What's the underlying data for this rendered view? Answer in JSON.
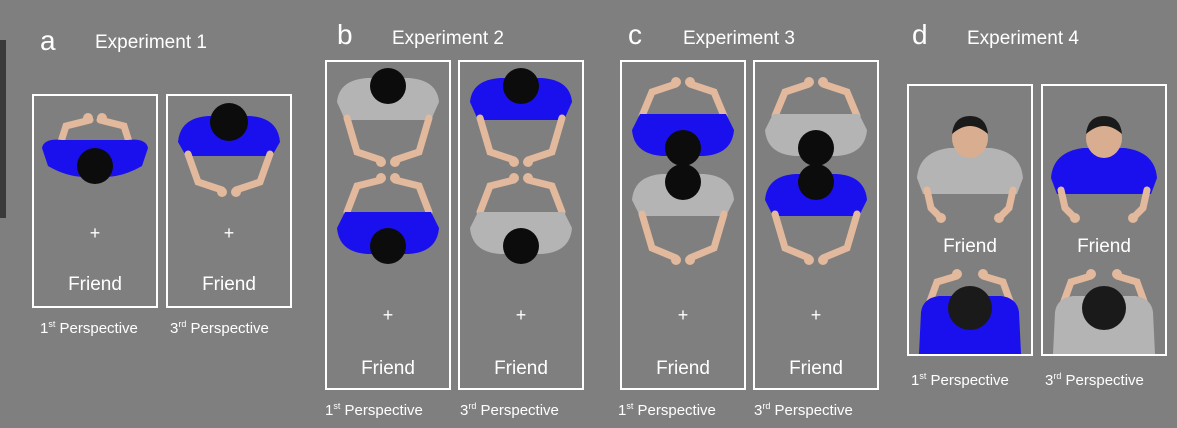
{
  "panels": [
    {
      "letter": "a",
      "title": "Experiment 1",
      "frame1_word": "Friend",
      "frame2_word": "Friend",
      "fixation": "+",
      "caption_first_num": "1",
      "caption_first_sup": "st",
      "caption_first_text": " Perspective ",
      "caption_third_num": "3",
      "caption_third_sup": "rd",
      "caption_third_text": "  Perspective"
    },
    {
      "letter": "b",
      "title": "Experiment 2",
      "frame1_word": "Friend",
      "frame2_word": "Friend",
      "fixation": "+",
      "caption_first_num": "1",
      "caption_first_sup": "st",
      "caption_first_text": " Perspective ",
      "caption_third_num": "3",
      "caption_third_sup": "rd",
      "caption_third_text": "  Perspective"
    },
    {
      "letter": "c",
      "title": "Experiment 3",
      "frame1_word": "Friend",
      "frame2_word": "Friend",
      "fixation": "+",
      "caption_first_num": "1",
      "caption_first_sup": "st",
      "caption_first_text": " Perspective ",
      "caption_third_num": "3",
      "caption_third_sup": "rd",
      "caption_third_text": "  Perspective"
    },
    {
      "letter": "d",
      "title": "Experiment 4",
      "frame1_word": "Friend",
      "frame2_word": "Friend",
      "caption_first_num": "1",
      "caption_first_sup": "st",
      "caption_first_text": " Perspective ",
      "caption_third_num": "3",
      "caption_third_sup": "rd",
      "caption_third_text": "  Perspective"
    }
  ],
  "colors": {
    "background": "#7f7f7f",
    "frame": "#ffffff",
    "shirt_blue": "#1a10ee",
    "shirt_gray": "#b4b4b4",
    "skin": "#e2b99d",
    "hair": "#0c0c0c"
  },
  "figure_icons": [
    "person-top-view-blue",
    "person-top-view-gray",
    "person-front-view-gray",
    "person-front-view-blue"
  ]
}
